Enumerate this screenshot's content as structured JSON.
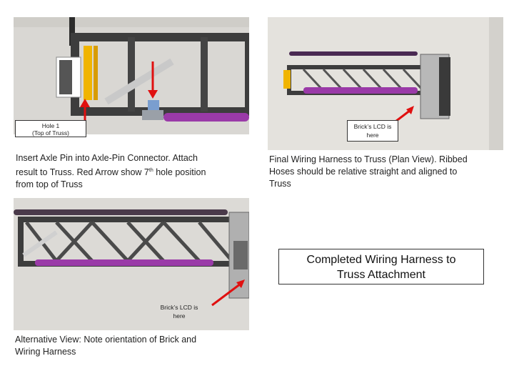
{
  "panels": [
    {
      "callout": [
        "Hole 1",
        "(Top of Truss)"
      ],
      "caption_line1": "Insert Axle Pin into Axle-Pin Connector.  Attach",
      "caption_line2_a": "result to Truss.  Red Arrow show 7",
      "caption_line2_sup": "th",
      "caption_line2_b": " hole position",
      "caption_line3": "from top of Truss"
    },
    {
      "callout": [
        "Brick’s LCD is",
        "here"
      ],
      "caption_lines": [
        "Final Wiring Harness to Truss (Plan View).  Ribbed",
        "Hoses should be relative straight and aligned to",
        "Truss"
      ]
    },
    {
      "callout": [
        "Brick’s LCD is",
        "here"
      ],
      "caption_lines": [
        "Alternative View: Note orientation of Brick and",
        "Wiring Harness"
      ]
    }
  ],
  "summary": [
    "Completed Wiring Harness to",
    "Truss Attachment"
  ],
  "colors": {
    "arrow": "#e01010",
    "truss": "#3a3a3a",
    "hose": "#9a3aa8",
    "connector": "#f0b400"
  }
}
